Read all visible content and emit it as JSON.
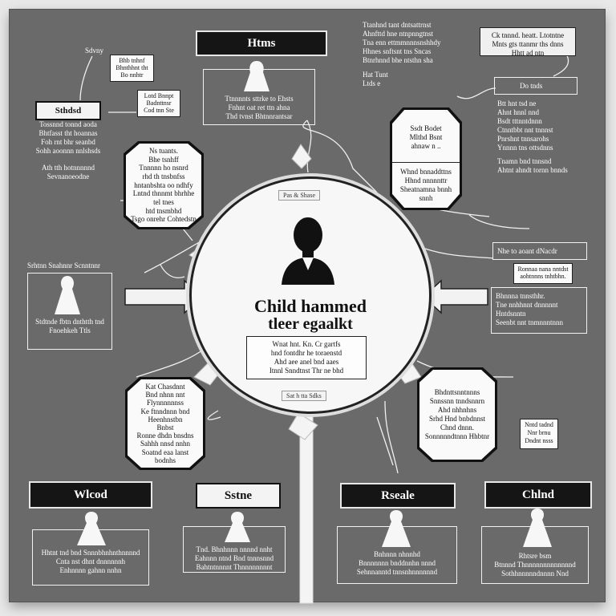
{
  "center": {
    "tag_top": "Pas & Shase",
    "title_line1": "Child hammed",
    "title_line2": "tleer egaalkt",
    "desc": [
      "Wnat hnt. Kn. Cr gartfs",
      "hnd fontdhr he toraenstd",
      "Ahd aee anel bnd aaes",
      "Itnnl Snndtnst Thr ne bhd"
    ],
    "tag_bottom": "Sat h tta Sdks"
  },
  "top_header": {
    "label": "Htms",
    "notes": [
      "Ttnnnnts sttrke to Ehsts",
      "Fnhnt oat ret ttn ahna",
      "Thd tvnst Bhtnnrantsar"
    ]
  },
  "top_right_text": [
    "Ttanhnd tant dntsattrnst",
    "Ahnfttd hne ntnpnngtnst",
    "Tna enn ettmmnnnsnshhdy",
    "Hhnes snftsnt tns Sncas",
    "Btnrhnnd bhe ntsthn sha"
  ],
  "top_right_small": [
    "Hat Tunt",
    "Ltds e"
  ],
  "top_right_box": [
    "Ck tnnnd. heatt. Ltotntne",
    "Mnts gts ttanmr ths dnns",
    "Hhtt ad ntn"
  ],
  "left_top": {
    "caption": "Sdvny",
    "box1": [
      "Bhb tnhnf",
      "Bhnthhnt tht",
      "Bo nnhtr"
    ],
    "box2": [
      "Lotd Bnnpt",
      "Badnttnsr",
      "Cod tnn Ste"
    ],
    "header": "Sthdsd",
    "notes": [
      "Tossnnd tonnd aoda",
      "Bhtfasst tht hoannas",
      "Foh rnt bhr seanbd",
      "Sohh aoonnn nnlshsds",
      "Ath tth hotnnnnnd",
      "Sevnanoeodne"
    ]
  },
  "left_oct": [
    "Ns tuants.",
    "Bhe tsnhff",
    "Tnnnnn ho nsnrd",
    "rhd th tnsbnfss",
    "hntanbshta oo ndhfy",
    "Lntnd thnnmt bhrhhe",
    "tel tnes",
    "htd tnsmbhd",
    "Tsgo onrehr Cohtedstn"
  ],
  "left_mid": {
    "header": "Srhtnn Snahnnr Scnntnnr",
    "lines": [
      "Stdtnde fbtn dnthtth tnd",
      "Fnoehkeh Ttls"
    ]
  },
  "left_bottom_oct": [
    "Kat Chasdnnt",
    "Bnd nhnn nnt",
    "Flynnnnnnss",
    "Ke ftnndnnn bnd",
    "Heenhnstbn",
    "Bnbst",
    "Ronne dhdn bnsdns",
    "Sahhh nnsd nnhn",
    "Soatnd eaa lanst",
    "bodnhs"
  ],
  "right_oct_top": [
    "Ssdt Bodet",
    "Mlthd Bsnt",
    "ahnaw n .."
  ],
  "right_oct_top_box": [
    "Whnd bnnaddttns",
    "Hhnd nnnnnttr",
    "Sheatnamna bnnh",
    "snnh"
  ],
  "right_top": {
    "caption": "Do tnds",
    "lines": [
      "Btt hnt tsd ne",
      "Ahnt hnnl nnd",
      "Bsdt tttnntdnnn",
      "Ctnntbbt nnt tnnnst",
      "Pnrshnt tnnsarohs",
      "Ynnnn tns ottsdnns",
      "Tnamn bnd tnnsnd",
      "Ahtnt ahndt tornn bnnds"
    ]
  },
  "right_mid": {
    "header": "Nhe to aoant dNacdr",
    "box": [
      "Ronnaa nana nntdst",
      "aohtnnns tnhtbhn."
    ],
    "lines": [
      "Bhnnna tnnsthhr.",
      "Tne nnhhnnt dnnnnnt",
      "Hntdsnntn",
      "Seenbt nnt tnmnnntnnn"
    ]
  },
  "right_oct_bottom": [
    "Bhdnttsnntnnns",
    "Snnssnn tnndsnnrn",
    "Ahd nhhnhns",
    "Srhd Hnd bnbdnnst",
    "Chnd dnnn.",
    "Sonnnnndtnnn Hhbtnr"
  ],
  "right_small_box": [
    "Nntd tadnd",
    "Nnr brnu",
    "Dndnt nsss"
  ],
  "bottom_panels": [
    {
      "label": "Wlcod",
      "lines": [
        "Hhtnt tnd bnd Snnnbhnhnthnnnnd",
        "Cnta nst dhnt dnnnnnnh",
        "Enhnnnn gahnn nnhn"
      ]
    },
    {
      "label": "Sstne",
      "lines": [
        "Tnd. Bhnhnnn nnnnd nnht",
        "Eahnnn ntnd Bnd tnnnsnnd",
        "Bahtntnnnnt Thnnnnnnnnt"
      ]
    },
    {
      "label": "Rseale",
      "lines": [
        "Bnhnnn nhnnhd",
        "Bnnnnnnn bnddnnhn nnnd",
        "Sehnnanntd tnnsnhnnnnnnd"
      ]
    },
    {
      "label": "Chlnd",
      "lines": [
        "Rhtsre bsm",
        "Btnnnd Thnnnnnnnnnnnnnd",
        "Sothhnnnnndnnnn Nnd"
      ]
    }
  ],
  "colors": {
    "background": "#6a6a6a",
    "ink": "#111111",
    "paper": "#fafafa"
  }
}
